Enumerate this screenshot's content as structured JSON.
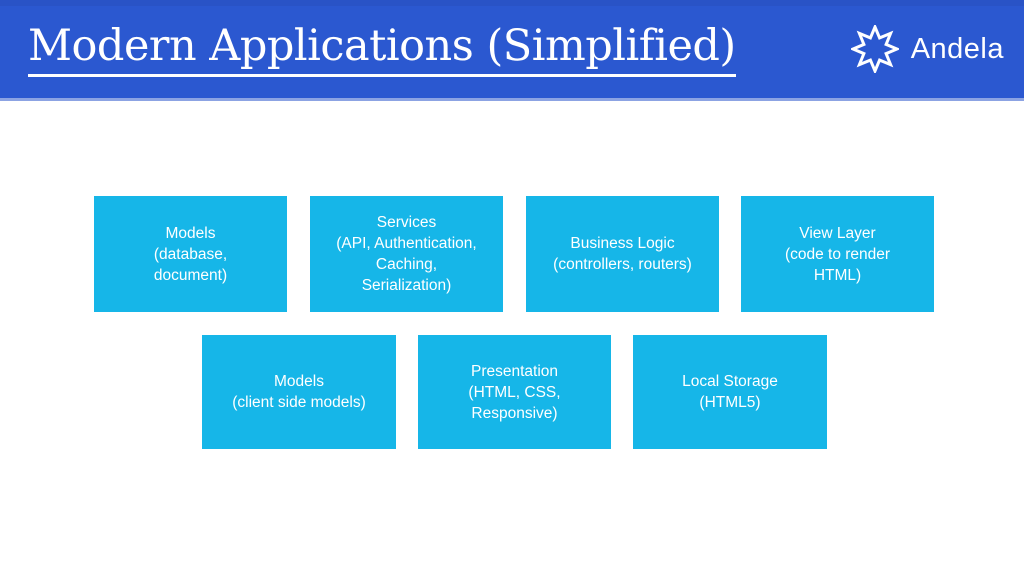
{
  "header": {
    "title": "Modern Applications (Simplified)",
    "logo": {
      "icon": "andela-star-icon",
      "text": "Andela"
    }
  },
  "colors": {
    "header_bg": "#2B58D0",
    "header_border": "#8CA3E3",
    "box_bg": "#16B6E8",
    "text_on_blue": "#FFFFFF"
  },
  "diagram": {
    "rows": [
      {
        "boxes": [
          {
            "text": "Models\n(database,\ndocument)"
          },
          {
            "text": "Services\n(API, Authentication,\nCaching,\nSerialization)"
          },
          {
            "text": "Business Logic\n(controllers, routers)"
          },
          {
            "text": "View Layer\n(code to render\nHTML)"
          }
        ]
      },
      {
        "boxes": [
          {
            "text": "Models\n(client side models)"
          },
          {
            "text": "Presentation\n(HTML, CSS,\nResponsive)"
          },
          {
            "text": "Local Storage\n(HTML5)"
          }
        ]
      }
    ]
  }
}
